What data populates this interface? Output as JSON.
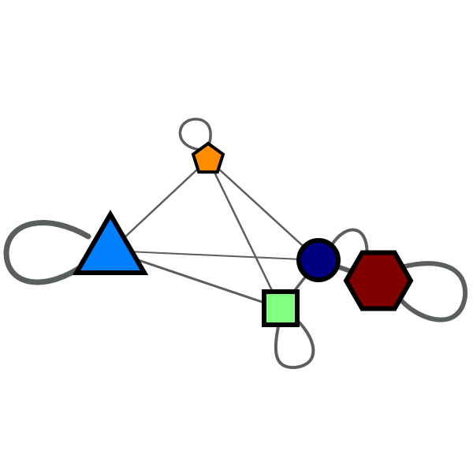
{
  "colors": {
    "edge": "#5a5e5e",
    "outline": "#000000",
    "background": "#ffffff"
  },
  "nodes": [
    {
      "id": "pentagon",
      "shape": "pentagon",
      "fill": "#ff8c00"
    },
    {
      "id": "triangle",
      "shape": "triangle",
      "fill": "#0080ff"
    },
    {
      "id": "circle",
      "shape": "circle",
      "fill": "#000080"
    },
    {
      "id": "hexagon",
      "shape": "hexagon",
      "fill": "#800000"
    },
    {
      "id": "square",
      "shape": "square",
      "fill": "#80ff80"
    }
  ],
  "edges": [
    {
      "from": "triangle",
      "to": "pentagon",
      "weight": 2.5
    },
    {
      "from": "triangle",
      "to": "circle",
      "weight": 2
    },
    {
      "from": "triangle",
      "to": "square",
      "weight": 3
    },
    {
      "from": "pentagon",
      "to": "square",
      "weight": 2.5
    },
    {
      "from": "pentagon",
      "to": "circle",
      "weight": 2.5
    },
    {
      "from": "circle",
      "to": "square",
      "weight": 3.5
    },
    {
      "from": "circle",
      "to": "hexagon",
      "weight": 6
    },
    {
      "from": "pentagon",
      "to": "pentagon",
      "weight": 3.5
    },
    {
      "from": "triangle",
      "to": "triangle",
      "weight": 7
    },
    {
      "from": "square",
      "to": "square",
      "weight": 4
    },
    {
      "from": "hexagon",
      "to": "hexagon",
      "weight": 6
    },
    {
      "from": "circle",
      "to": "circle",
      "weight": 4
    }
  ]
}
